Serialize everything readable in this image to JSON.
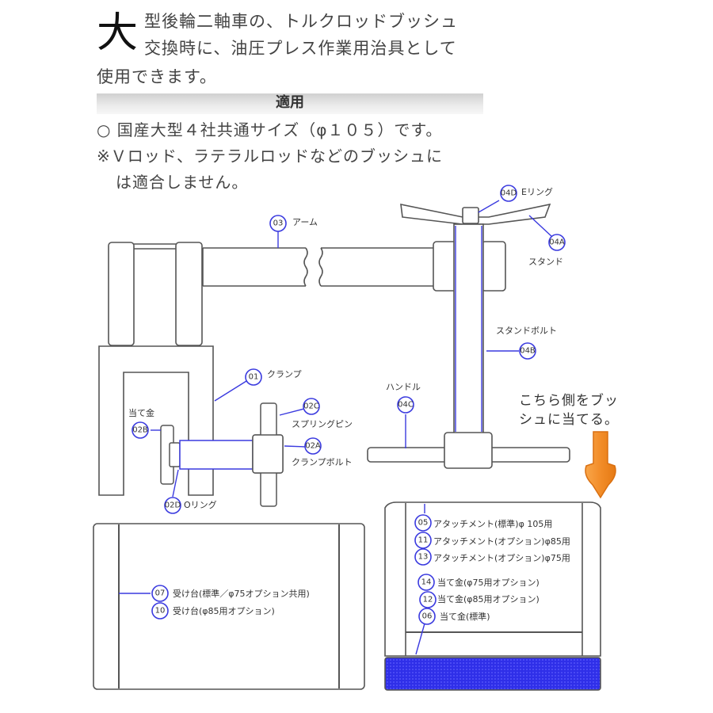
{
  "intro": {
    "big_char": "大",
    "line1": "型後輪二軸車の、トルクロッドブッシュ",
    "line2": "交換時に、油圧プレス作業用治具として",
    "line3": "使用できます。"
  },
  "section": {
    "title": "適用",
    "lines": [
      "○ 国産大型４社共通サイズ（φ１０５）です。",
      "※Ｖロッド、ラテラルロッドなどのブッシュに",
      "は適合しません。"
    ]
  },
  "colors": {
    "callout": "#3a3adf",
    "outline": "#555555",
    "arrow": "#f28c28",
    "pad": "#2b2bea"
  },
  "parts": {
    "p03": {
      "num": "03",
      "label": "アーム"
    },
    "p04d": {
      "num": "04D",
      "label": "Eリング"
    },
    "p04a": {
      "num": "04A",
      "label": "スタンド"
    },
    "p04b": {
      "num": "04B",
      "label": "スタンドボルト"
    },
    "p04c": {
      "num": "04C",
      "label": "ハンドル"
    },
    "p01": {
      "num": "01",
      "label": "クランプ"
    },
    "p02c": {
      "num": "02C",
      "label": "スプリングピン"
    },
    "p02a": {
      "num": "02A",
      "label": "クランプボルト"
    },
    "p02b": {
      "num": "02B",
      "label": "当て金"
    },
    "p02d": {
      "num": "02D",
      "label": "Oリング"
    },
    "p07": {
      "num": "07",
      "label": "受け台(標準／φ75オプション共用)"
    },
    "p10": {
      "num": "10",
      "label": "受け台(φ85用オプション)"
    },
    "p05": {
      "num": "05",
      "label": "アタッチメント(標準)φ 105用"
    },
    "p11": {
      "num": "11",
      "label": "アタッチメント(オプション)φ85用"
    },
    "p13": {
      "num": "13",
      "label": "アタッチメント(オプション)φ75用"
    },
    "p14": {
      "num": "14",
      "label": "当て金(φ75用オプション)"
    },
    "p12": {
      "num": "12",
      "label": "当て金(φ85用オプション)"
    },
    "p06": {
      "num": "06",
      "label": "当て金(標準)"
    }
  },
  "push_note": {
    "line1": "こちら側をブッ",
    "line2": "シュに当てる。"
  },
  "icons": {
    "push_arrow": "arrow-down-icon"
  }
}
